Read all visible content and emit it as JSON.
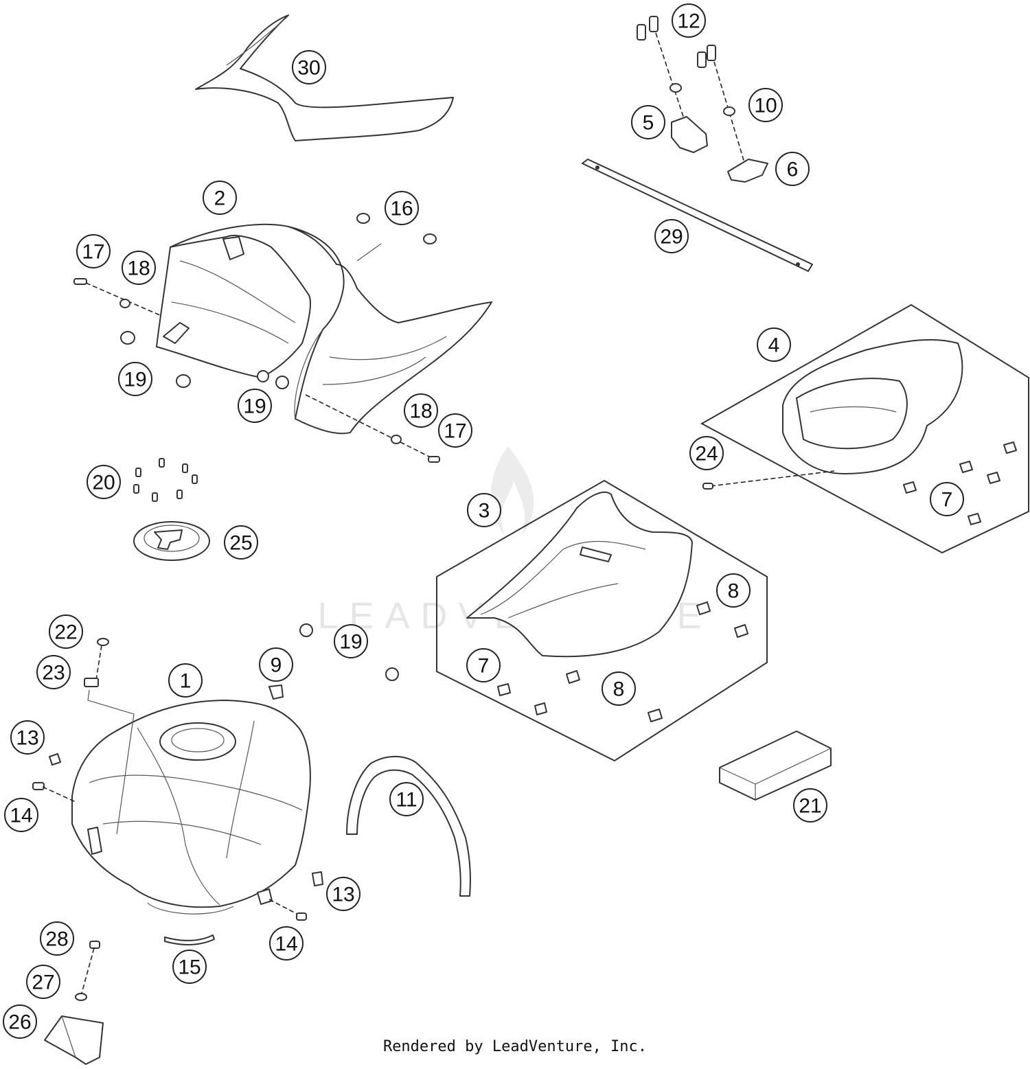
{
  "watermark_text": "LEADVENTURE",
  "footer_credit": "Rendered by LeadVenture, Inc.",
  "callouts": [
    {
      "id": "callout-30",
      "label": "30"
    },
    {
      "id": "callout-12",
      "label": "12"
    },
    {
      "id": "callout-5",
      "label": "5"
    },
    {
      "id": "callout-10",
      "label": "10"
    },
    {
      "id": "callout-6",
      "label": "6"
    },
    {
      "id": "callout-29",
      "label": "29"
    },
    {
      "id": "callout-2",
      "label": "2"
    },
    {
      "id": "callout-16",
      "label": "16"
    },
    {
      "id": "callout-17a",
      "label": "17"
    },
    {
      "id": "callout-18a",
      "label": "18"
    },
    {
      "id": "callout-19a",
      "label": "19"
    },
    {
      "id": "callout-19b",
      "label": "19"
    },
    {
      "id": "callout-18b",
      "label": "18"
    },
    {
      "id": "callout-17b",
      "label": "17"
    },
    {
      "id": "callout-4",
      "label": "4"
    },
    {
      "id": "callout-24",
      "label": "24"
    },
    {
      "id": "callout-7a",
      "label": "7"
    },
    {
      "id": "callout-20",
      "label": "20"
    },
    {
      "id": "callout-25",
      "label": "25"
    },
    {
      "id": "callout-3",
      "label": "3"
    },
    {
      "id": "callout-8a",
      "label": "8"
    },
    {
      "id": "callout-7b",
      "label": "7"
    },
    {
      "id": "callout-8b",
      "label": "8"
    },
    {
      "id": "callout-22",
      "label": "22"
    },
    {
      "id": "callout-23",
      "label": "23"
    },
    {
      "id": "callout-1",
      "label": "1"
    },
    {
      "id": "callout-9",
      "label": "9"
    },
    {
      "id": "callout-19c",
      "label": "19"
    },
    {
      "id": "callout-13a",
      "label": "13"
    },
    {
      "id": "callout-14a",
      "label": "14"
    },
    {
      "id": "callout-11",
      "label": "11"
    },
    {
      "id": "callout-21",
      "label": "21"
    },
    {
      "id": "callout-13b",
      "label": "13"
    },
    {
      "id": "callout-14b",
      "label": "14"
    },
    {
      "id": "callout-28",
      "label": "28"
    },
    {
      "id": "callout-15",
      "label": "15"
    },
    {
      "id": "callout-27",
      "label": "27"
    },
    {
      "id": "callout-26",
      "label": "26"
    }
  ]
}
